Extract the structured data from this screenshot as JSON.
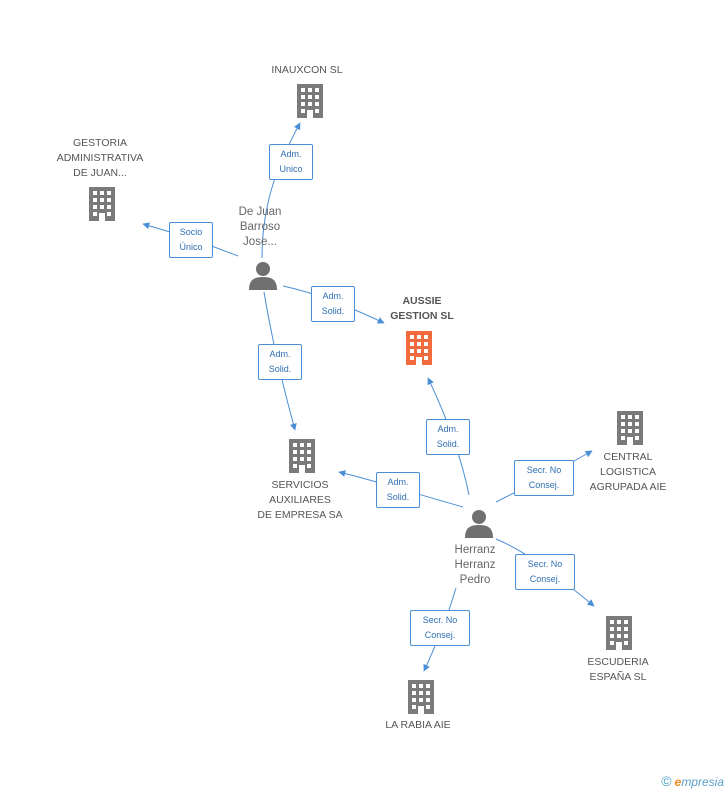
{
  "colors": {
    "company": "#7a7a7a",
    "focus": "#f26a3d",
    "person": "#707070",
    "edge": "#4a8fd6",
    "edge_label_text": "#2f6fb4"
  },
  "nodes": {
    "inauxcon": {
      "lines": [
        "INAUXCON SL"
      ],
      "icon": "building-icon"
    },
    "gestoria": {
      "lines": [
        "GESTORIA",
        "ADMINISTRATIVA",
        "DE JUAN..."
      ],
      "icon": "building-icon"
    },
    "dejuan": {
      "lines": [
        "De Juan",
        "Barroso",
        "Jose..."
      ],
      "icon": "person-icon"
    },
    "aussie": {
      "lines": [
        "AUSSIE",
        "GESTION SL"
      ],
      "icon": "building-icon"
    },
    "servicios": {
      "lines": [
        "SERVICIOS",
        "AUXILIARES",
        "DE EMPRESA SA"
      ],
      "icon": "building-icon"
    },
    "central": {
      "lines": [
        "CENTRAL",
        "LOGISTICA",
        "AGRUPADA AIE"
      ],
      "icon": "building-icon"
    },
    "herranz": {
      "lines": [
        "Herranz",
        "Herranz",
        "Pedro"
      ],
      "icon": "person-icon"
    },
    "escuderia": {
      "lines": [
        "ESCUDERIA",
        "ESPAÑA SL"
      ],
      "icon": "building-icon"
    },
    "larabia": {
      "lines": [
        "LA RABIA AIE"
      ],
      "icon": "building-icon"
    }
  },
  "edges": [
    {
      "id": "e1",
      "lines": [
        "Adm.",
        "Unico"
      ]
    },
    {
      "id": "e2",
      "lines": [
        "Socio",
        "Único"
      ]
    },
    {
      "id": "e3",
      "lines": [
        "Adm.",
        "Solid."
      ]
    },
    {
      "id": "e4",
      "lines": [
        "Adm.",
        "Solid."
      ]
    },
    {
      "id": "e5",
      "lines": [
        "Adm.",
        "Solid."
      ]
    },
    {
      "id": "e6",
      "lines": [
        "Adm.",
        "Solid."
      ]
    },
    {
      "id": "e7",
      "lines": [
        "Secr.  No",
        "Consej."
      ]
    },
    {
      "id": "e8",
      "lines": [
        "Secr.  No",
        "Consej."
      ]
    },
    {
      "id": "e9",
      "lines": [
        "Secr.  No",
        "Consej."
      ]
    }
  ],
  "footer": {
    "copyright": "©",
    "brand_e": "e",
    "brand_rest": "mpresia"
  }
}
